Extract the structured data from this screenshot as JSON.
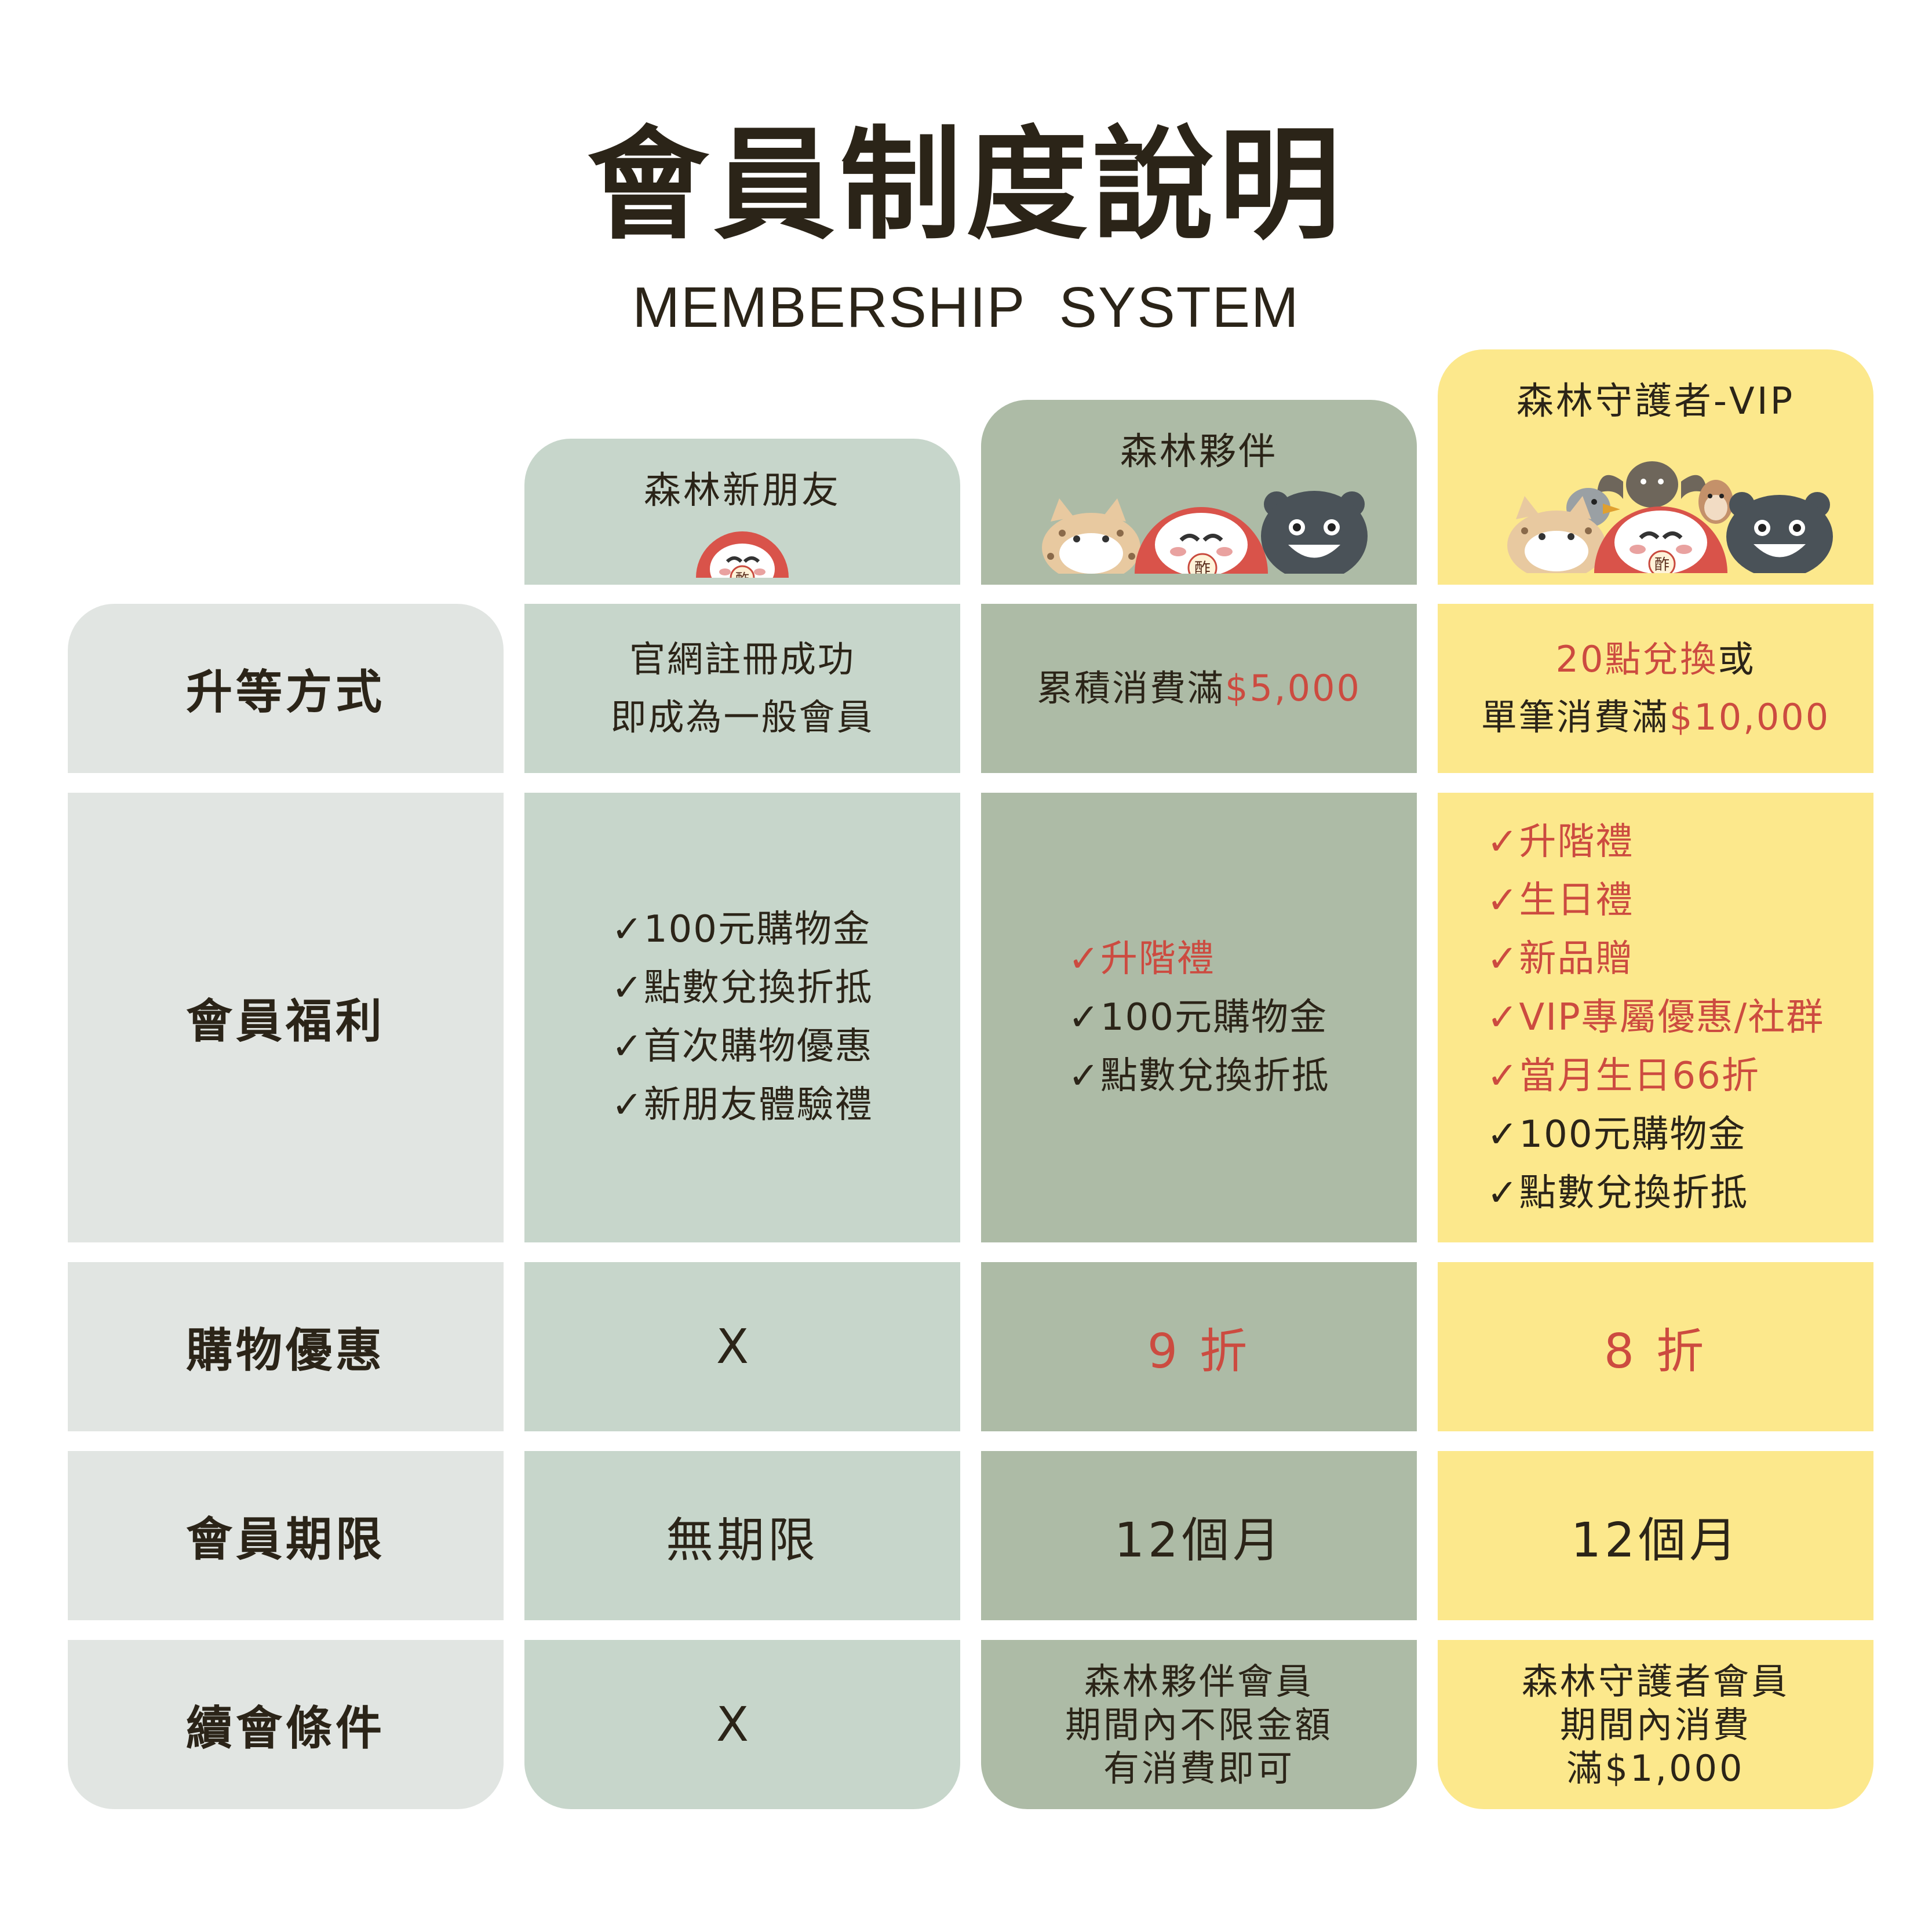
{
  "title": "會員制度說明",
  "subtitle": "MEMBERSHIP  SYSTEM",
  "tiers": [
    {
      "name": "森林新朋友",
      "mascot_char": "酢"
    },
    {
      "name": "森林夥伴",
      "mascot_char": "酢"
    },
    {
      "name": "森林守護者-VIP",
      "mascot_char": "酢"
    }
  ],
  "rows": {
    "upgrade": {
      "label": "升等方式",
      "t1": [
        "官網註冊成功",
        "即成為一般會員"
      ],
      "t2": {
        "text": "累積消費滿",
        "amount": "$5,000"
      },
      "t3": {
        "line1_red": "20點兌換",
        "line1": "或",
        "line2": "單筆消費滿",
        "line2_amount": "$10,000"
      }
    },
    "benefits": {
      "label": "會員福利",
      "t1": [
        "✓100元購物金",
        "✓點數兌換折抵",
        "✓首次購物優惠",
        "✓新朋友體驗禮"
      ],
      "t2_red": [
        "✓升階禮"
      ],
      "t2": [
        "✓100元購物金",
        "✓點數兌換折抵"
      ],
      "t3_red": [
        "✓升階禮",
        "✓生日禮",
        "✓新品贈",
        "✓VIP專屬優惠/社群",
        "✓當月生日66折"
      ],
      "t3": [
        "✓100元購物金",
        "✓點數兌換折抵"
      ]
    },
    "discount": {
      "label": "購物優惠",
      "t1": "X",
      "t2": "9 折",
      "t3": "8 折"
    },
    "period": {
      "label": "會員期限",
      "t1": "無期限",
      "t2": "12個月",
      "t3": "12個月"
    },
    "renew": {
      "label": "續會條件",
      "t1": "X",
      "t2": [
        "森林夥伴會員",
        "期間內不限金額",
        "有消費即可"
      ],
      "t3": [
        "森林守護者會員",
        "期間內消費",
        "滿$1,000"
      ]
    }
  },
  "colors": {
    "tier1": "#c7d6cb",
    "tier2": "#adbba6",
    "tier3": "#fce88c",
    "label_col": "#e1e5e2",
    "accent_red": "#cc4b40",
    "text": "#2b2418"
  },
  "icons": [
    "daruma-mascot",
    "leopard-cat-mascot",
    "black-bear-mascot",
    "pangolin-mascot",
    "bat-mascot",
    "otter-mascot",
    "bird-mascot"
  ]
}
